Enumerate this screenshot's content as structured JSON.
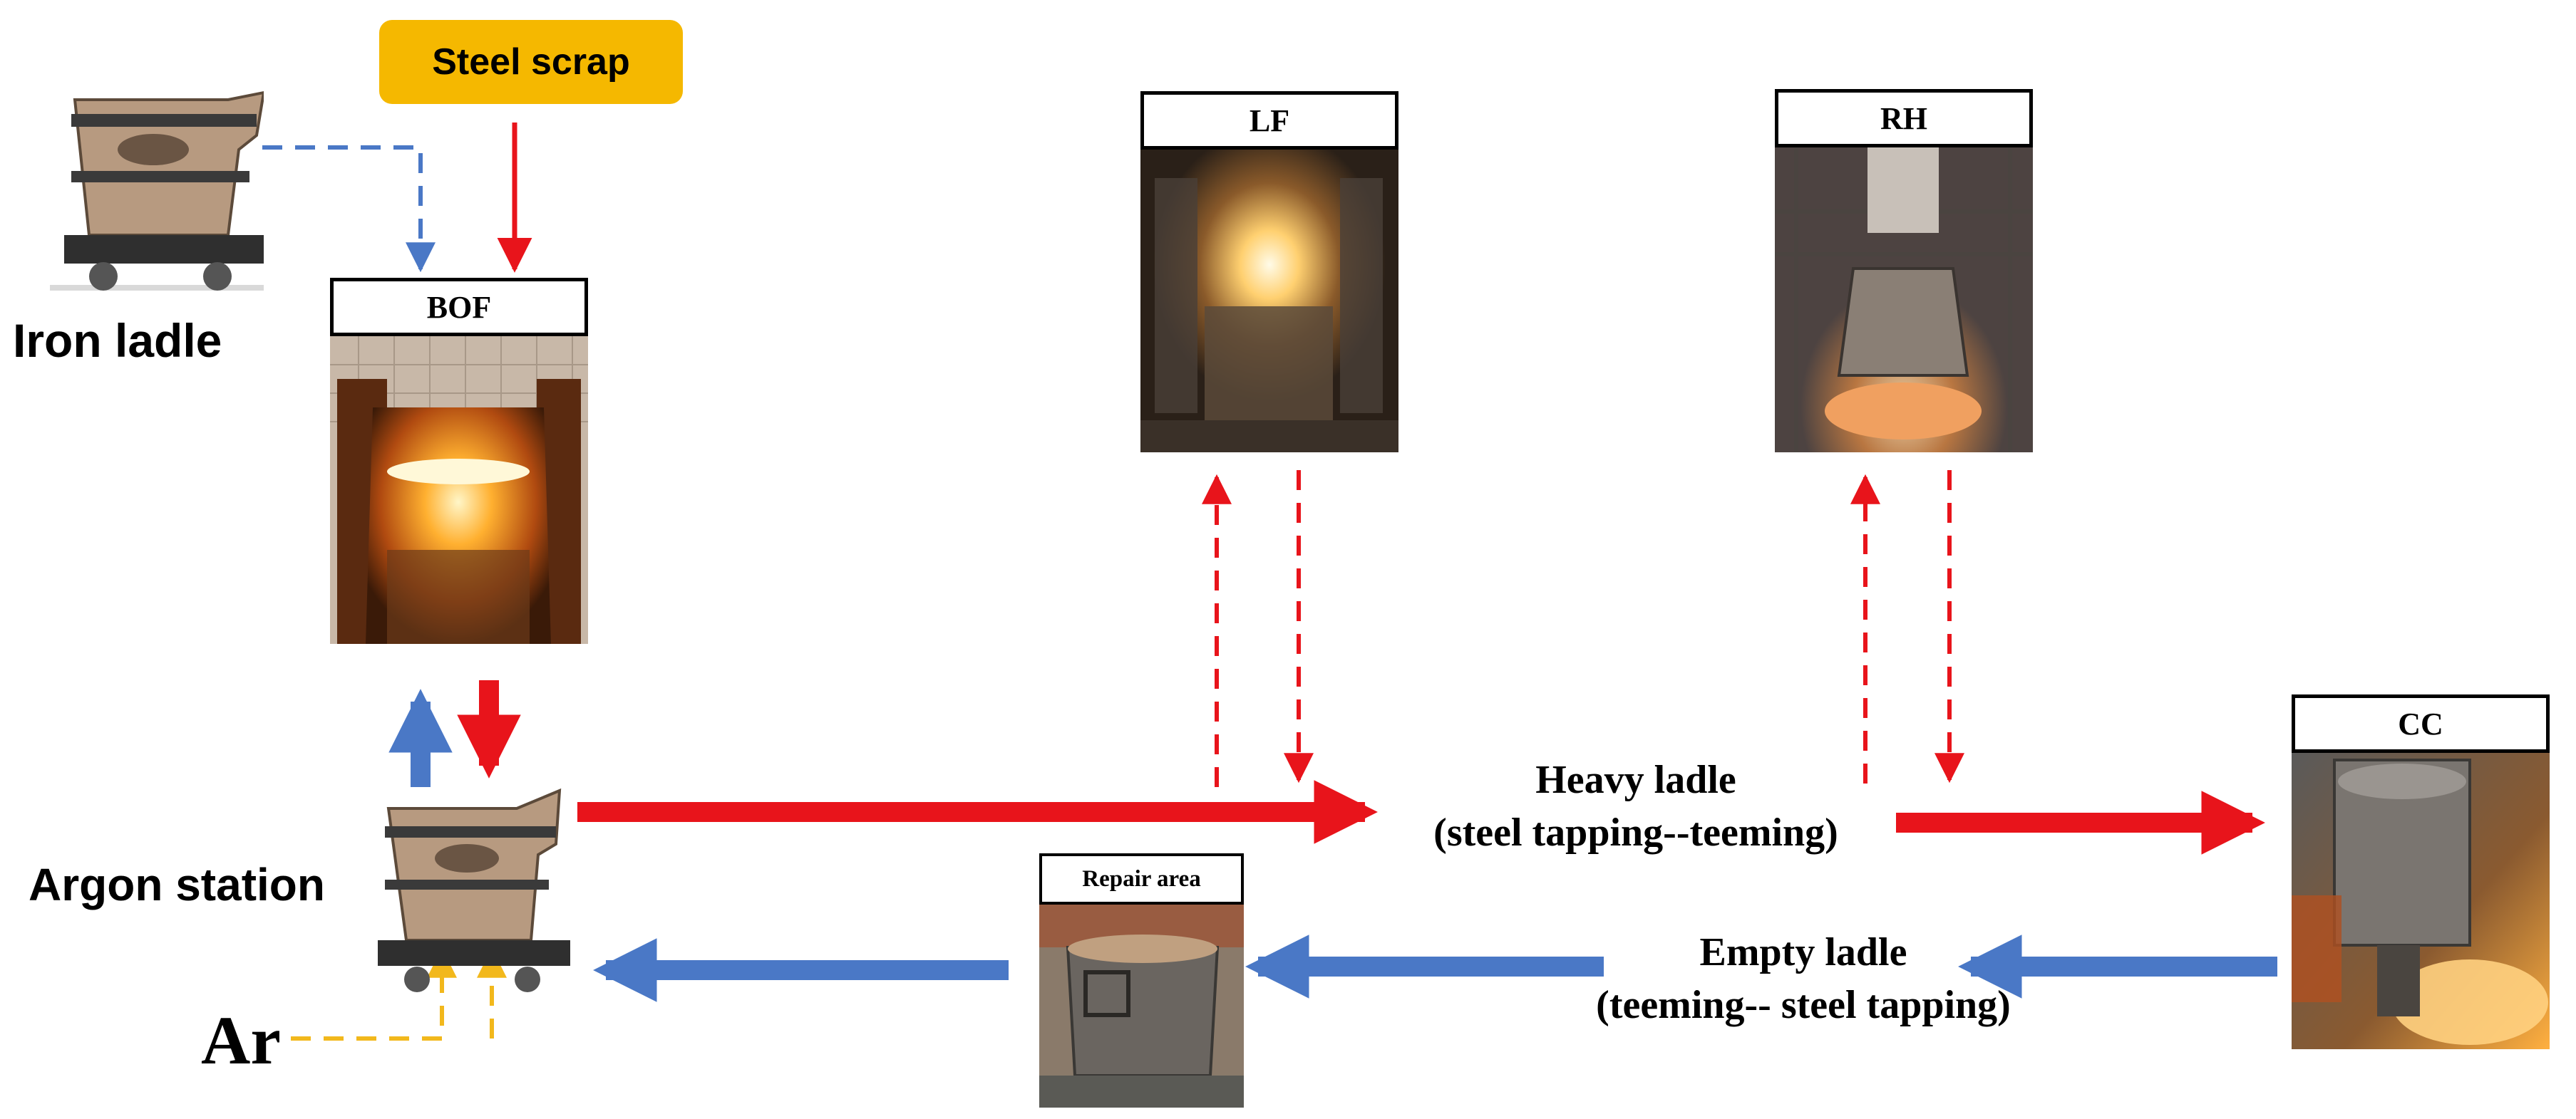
{
  "labels": {
    "steel_scrap": "Steel scrap",
    "iron_ladle": "Iron ladle",
    "argon_station": "Argon station",
    "ar": "Ar",
    "bof": "BOF",
    "lf": "LF",
    "rh": "RH",
    "cc": "CC",
    "repair_area": "Repair area",
    "heavy_ladle_line1": "Heavy ladle",
    "heavy_ladle_line2": "(steel tapping--teeming)",
    "empty_ladle_line1": "Empty ladle",
    "empty_ladle_line2": "(teeming-- steel tapping)"
  },
  "colors": {
    "heavy_flow": "#e8141b",
    "empty_flow": "#4a78c6",
    "argon_flow": "#f2b81c",
    "scrap_badge": "#f5b800",
    "ladle_body": "#b79a80"
  }
}
